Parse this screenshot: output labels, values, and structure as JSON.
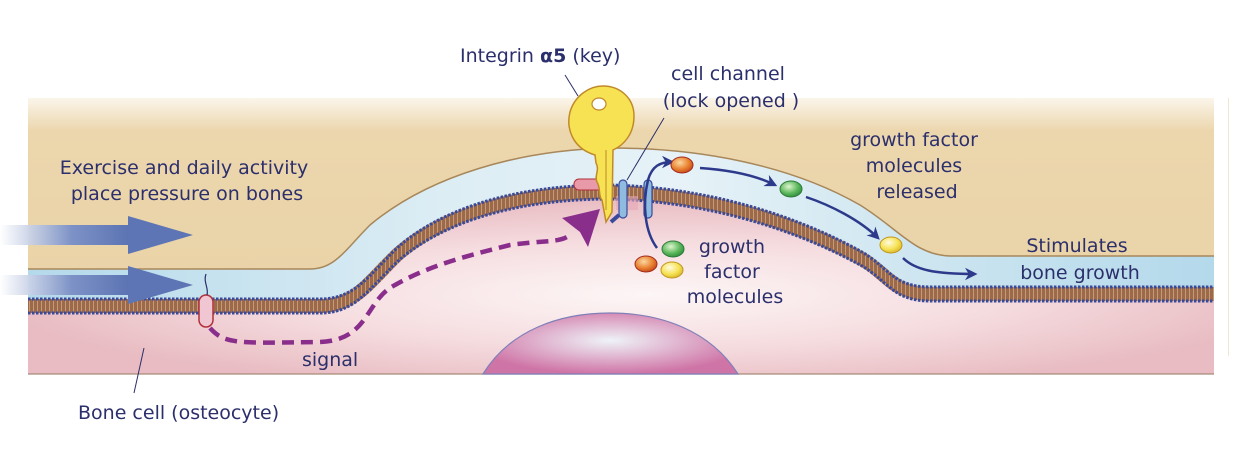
{
  "title": "Integrin α5 mechanotransduction in bone cells",
  "labels": {
    "integrin": {
      "prefix": "Integrin ",
      "bold": "α5",
      "suffix": " (key)"
    },
    "channel": [
      "cell channel",
      "(lock opened )"
    ],
    "exercise": [
      "Exercise and daily activity",
      "place pressure on bones"
    ],
    "released": [
      "growth factor",
      "molecules",
      "released"
    ],
    "molecules": [
      "growth",
      "factor",
      "molecules"
    ],
    "stimulates": [
      "Stimulates",
      "bone growth"
    ],
    "signal": "signal",
    "bone_cell": "Bone cell (osteocyte)"
  },
  "colors": {
    "bone_matrix": "#e9d2a6",
    "fluid": "#b8dcec",
    "cytoplasm": "#ecc0c6",
    "nucleus": "#d27aa8",
    "text": "#2b2f6b",
    "signal": "#8a2e8c",
    "arrow": "#2d3a8c",
    "pressure_arrow": "#5d75b4",
    "key": "#f6e253",
    "molecule_orange": "#e9802f",
    "molecule_green": "#5cb85c",
    "molecule_yellow": "#f6e253"
  },
  "molecules": [
    {
      "name": "released-molecule-orange",
      "color": "orange"
    },
    {
      "name": "released-molecule-green",
      "color": "green"
    },
    {
      "name": "released-molecule-yellow",
      "color": "yellow"
    },
    {
      "name": "internal-molecule-green",
      "color": "green"
    },
    {
      "name": "internal-molecule-orange",
      "color": "orange"
    },
    {
      "name": "internal-molecule-yellow",
      "color": "yellow"
    }
  ]
}
